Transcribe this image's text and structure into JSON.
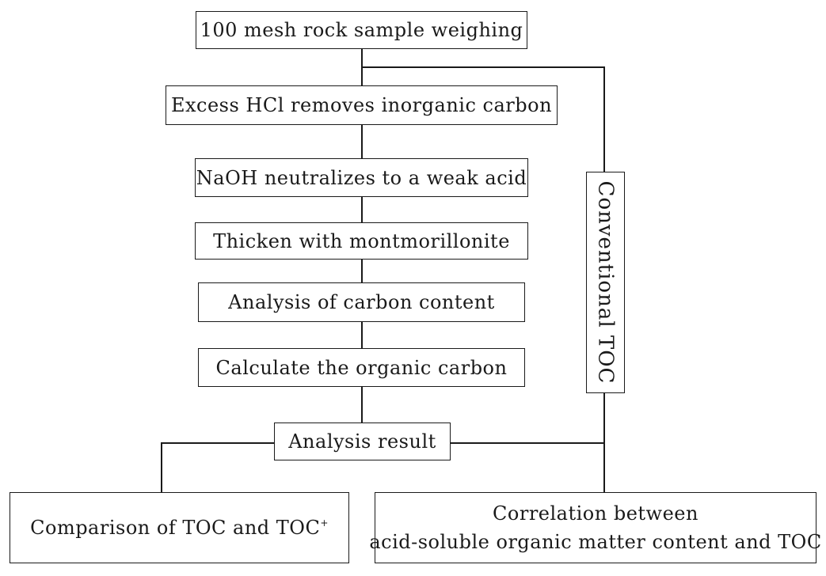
{
  "diagram": {
    "steps": [
      "100 mesh rock sample weighing",
      "Excess HCl removes inorganic carbon",
      "NaOH neutralizes to a weak acid",
      "Thicken with montmorillonite",
      "Analysis of carbon content",
      "Calculate the organic carbon"
    ],
    "side_branch": "Conventional TOC",
    "result": "Analysis result",
    "outputs": {
      "comparison_prefix": "Comparison of  TOC and TOC",
      "comparison_sup": "+",
      "correlation_line1": "Correlation between",
      "correlation_line2": "acid-soluble organic matter content and TOC"
    }
  }
}
